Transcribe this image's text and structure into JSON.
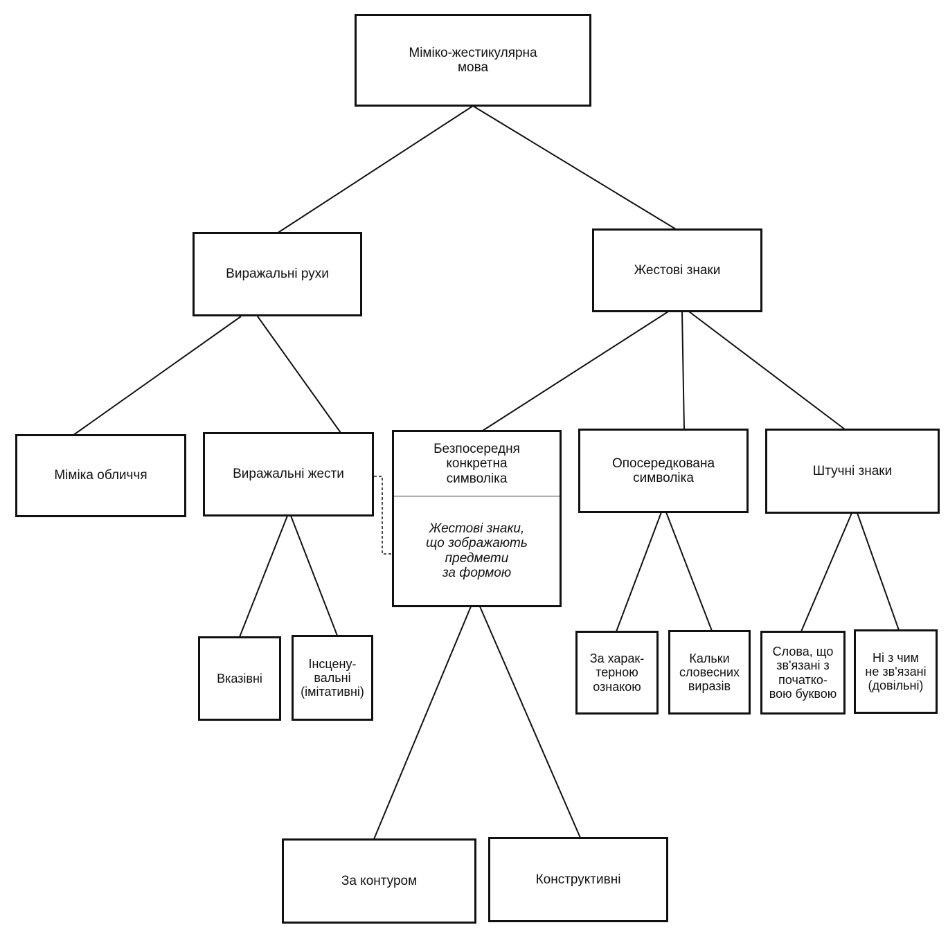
{
  "nodes": {
    "root": "Мімікo-жестикулярна\nмова",
    "expressive_movements": "Виражальні рухи",
    "gesture_signs": "Жестові знаки",
    "facial_expression": "Міміка обличчя",
    "expressive_gestures": "Виражальні жести",
    "direct_symbolism": "Безпосередня\nконкретна\nсимволіка",
    "shape_gestures": "Жестові знаки,\nщо зображають\nпредмети\nза формою",
    "mediated_symbolism": "Опосередкована\nсимволіка",
    "artificial_signs": "Штучні знаки",
    "indicative": "Вказівні",
    "staged": "Інсцену-\nвальні\n(імітативні)",
    "by_feature": "За харак-\nтерною\nознакою",
    "calques": "Кальки\nсловесних\nвиразів",
    "initial_letter": "Слова, що\nзв'язані з\nпочатко-\nвою буквою",
    "arbitrary": "Ні з чим\nне зв'язані\n(довільні)",
    "by_contour": "За контуром",
    "constructive": "Конструктивні"
  },
  "edges": [
    [
      "root",
      "expressive_movements"
    ],
    [
      "root",
      "gesture_signs"
    ],
    [
      "expressive_movements",
      "facial_expression"
    ],
    [
      "expressive_movements",
      "expressive_gestures"
    ],
    [
      "gesture_signs",
      "direct_symbolism"
    ],
    [
      "gesture_signs",
      "mediated_symbolism"
    ],
    [
      "gesture_signs",
      "artificial_signs"
    ],
    [
      "expressive_gestures",
      "indicative"
    ],
    [
      "expressive_gestures",
      "staged"
    ],
    [
      "shape_gestures",
      "by_contour"
    ],
    [
      "shape_gestures",
      "constructive"
    ],
    [
      "mediated_symbolism",
      "by_feature"
    ],
    [
      "mediated_symbolism",
      "calques"
    ],
    [
      "artificial_signs",
      "initial_letter"
    ],
    [
      "artificial_signs",
      "arbitrary"
    ]
  ]
}
